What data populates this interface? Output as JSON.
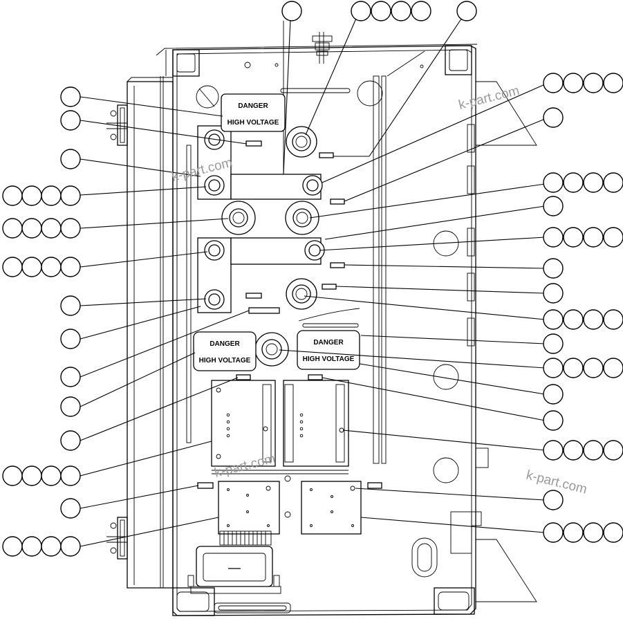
{
  "warning_labels": [
    {
      "line1": "DANGER",
      "line2": "HIGH VOLTAGE"
    },
    {
      "line1": "DANGER",
      "line2": "HIGH VOLTAGE"
    },
    {
      "line1": "DANGER",
      "line2": "HIGH VOLTAGE"
    }
  ],
  "watermark": "k-part.com"
}
